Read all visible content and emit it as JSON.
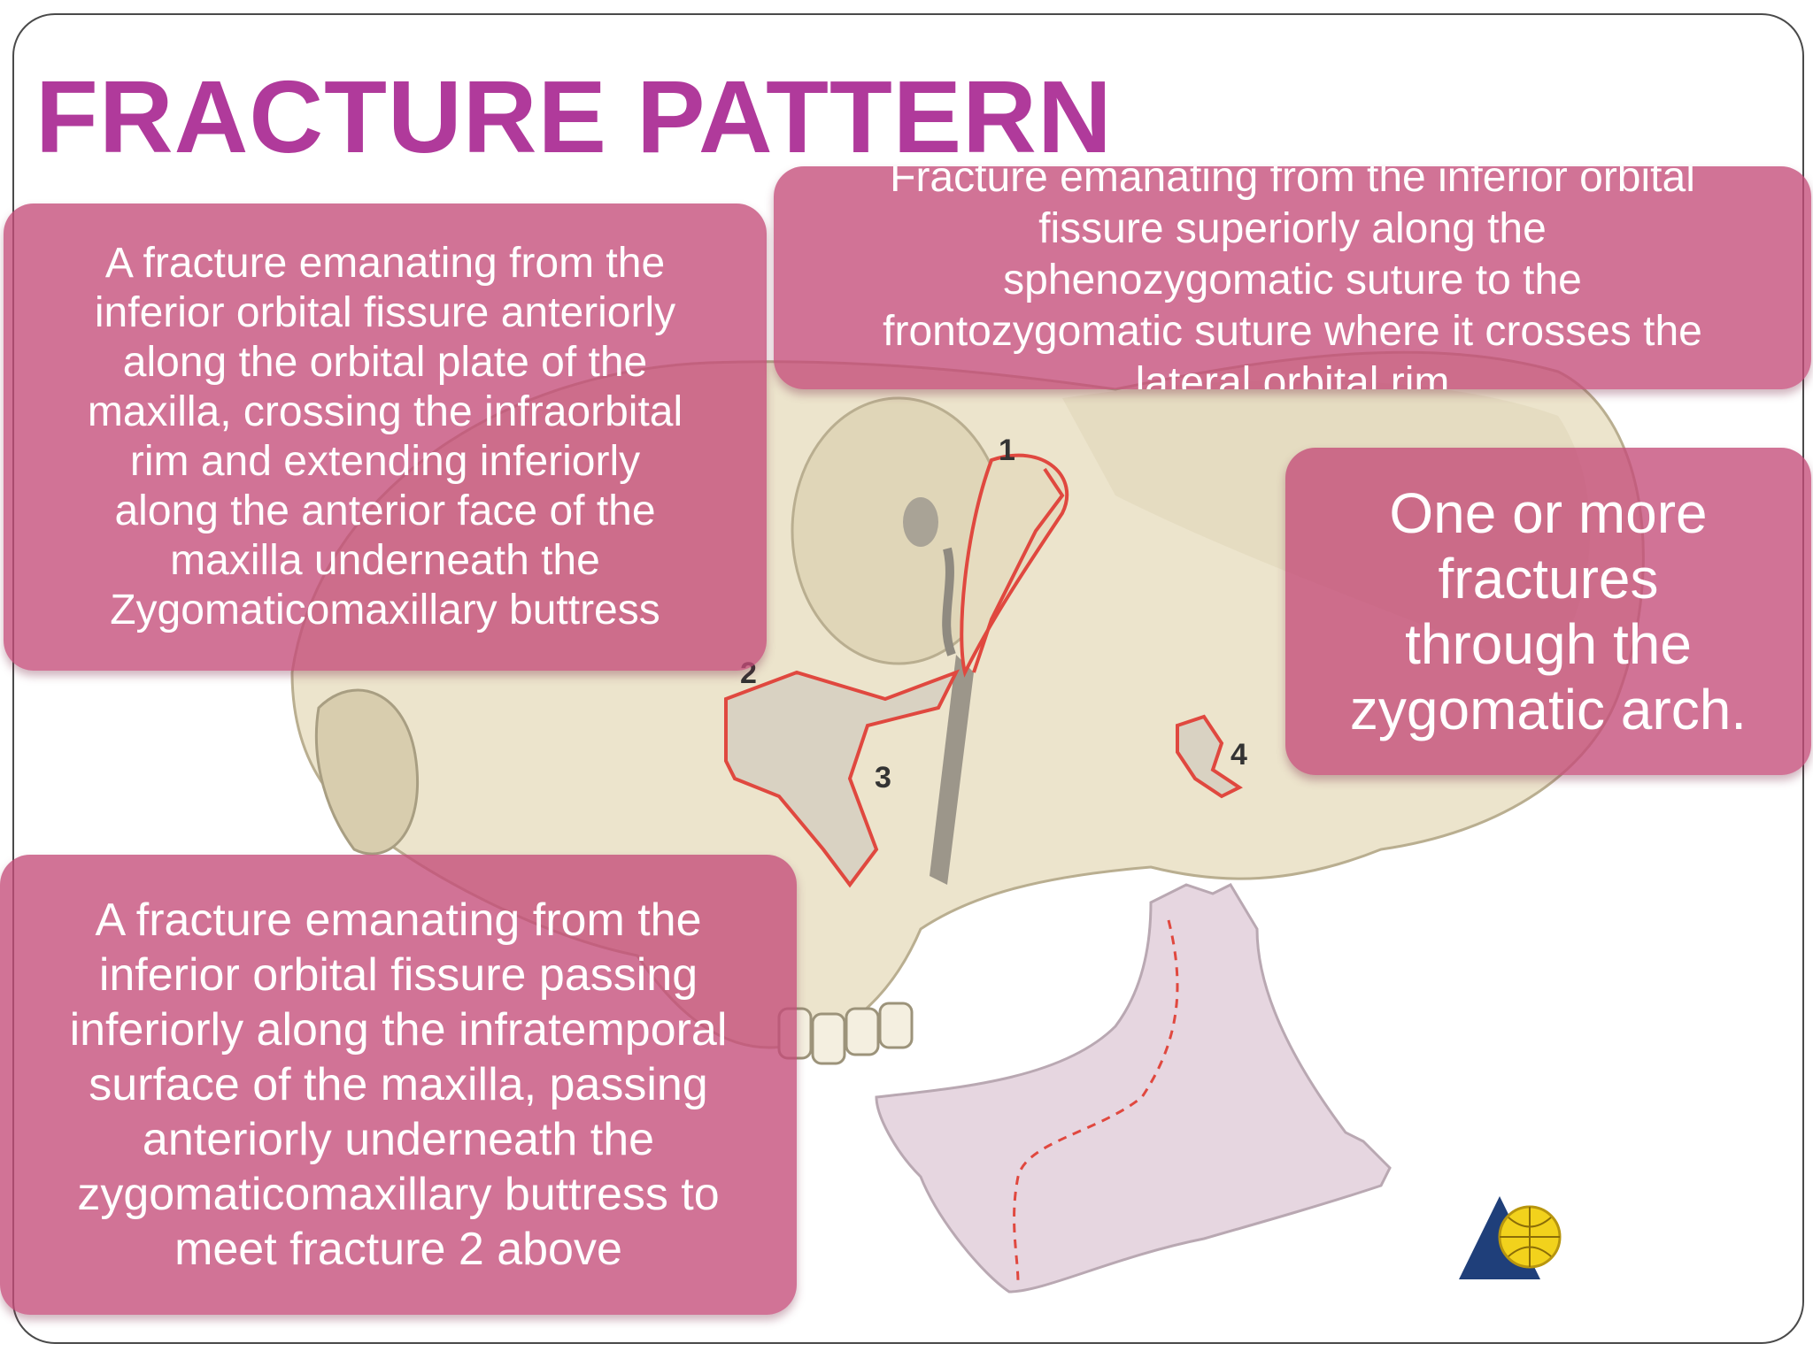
{
  "slide": {
    "title": "FRACTURE PATTERN"
  },
  "callouts": [
    {
      "id": 2,
      "text": "A fracture emanating from the\ninferior orbital fissure anteriorly\nalong the orbital plate of the\nmaxilla, crossing the infraorbital\nrim and extending inferiorly\nalong the anterior face of the\nmaxilla underneath the\nZygomaticomaxillary buttress"
    },
    {
      "id": 1,
      "text": "Fracture emanating from the inferior orbital\nfissure superiorly along the\nsphenozygomatic suture to the\nfrontozygomatic suture where it crosses the\nlateral orbital rim"
    },
    {
      "id": 4,
      "text": "One or more\nfractures\nthrough the\nzygomatic arch."
    },
    {
      "id": 3,
      "text": "A fracture emanating from the\ninferior orbital fissure passing\ninferiorly along the infratemporal\nsurface of the maxilla, passing\nanteriorly underneath the\nzygomaticomaxillary buttress to\nmeet fracture 2 above"
    }
  ],
  "figure": {
    "labels": [
      "1",
      "2",
      "3",
      "4"
    ]
  },
  "colors": {
    "title": "#b03a9b",
    "callout_fill": "#c44c78",
    "bone": "#ece4cc",
    "fracture_line": "#e0483f",
    "mandible": "#e6d6e0"
  }
}
